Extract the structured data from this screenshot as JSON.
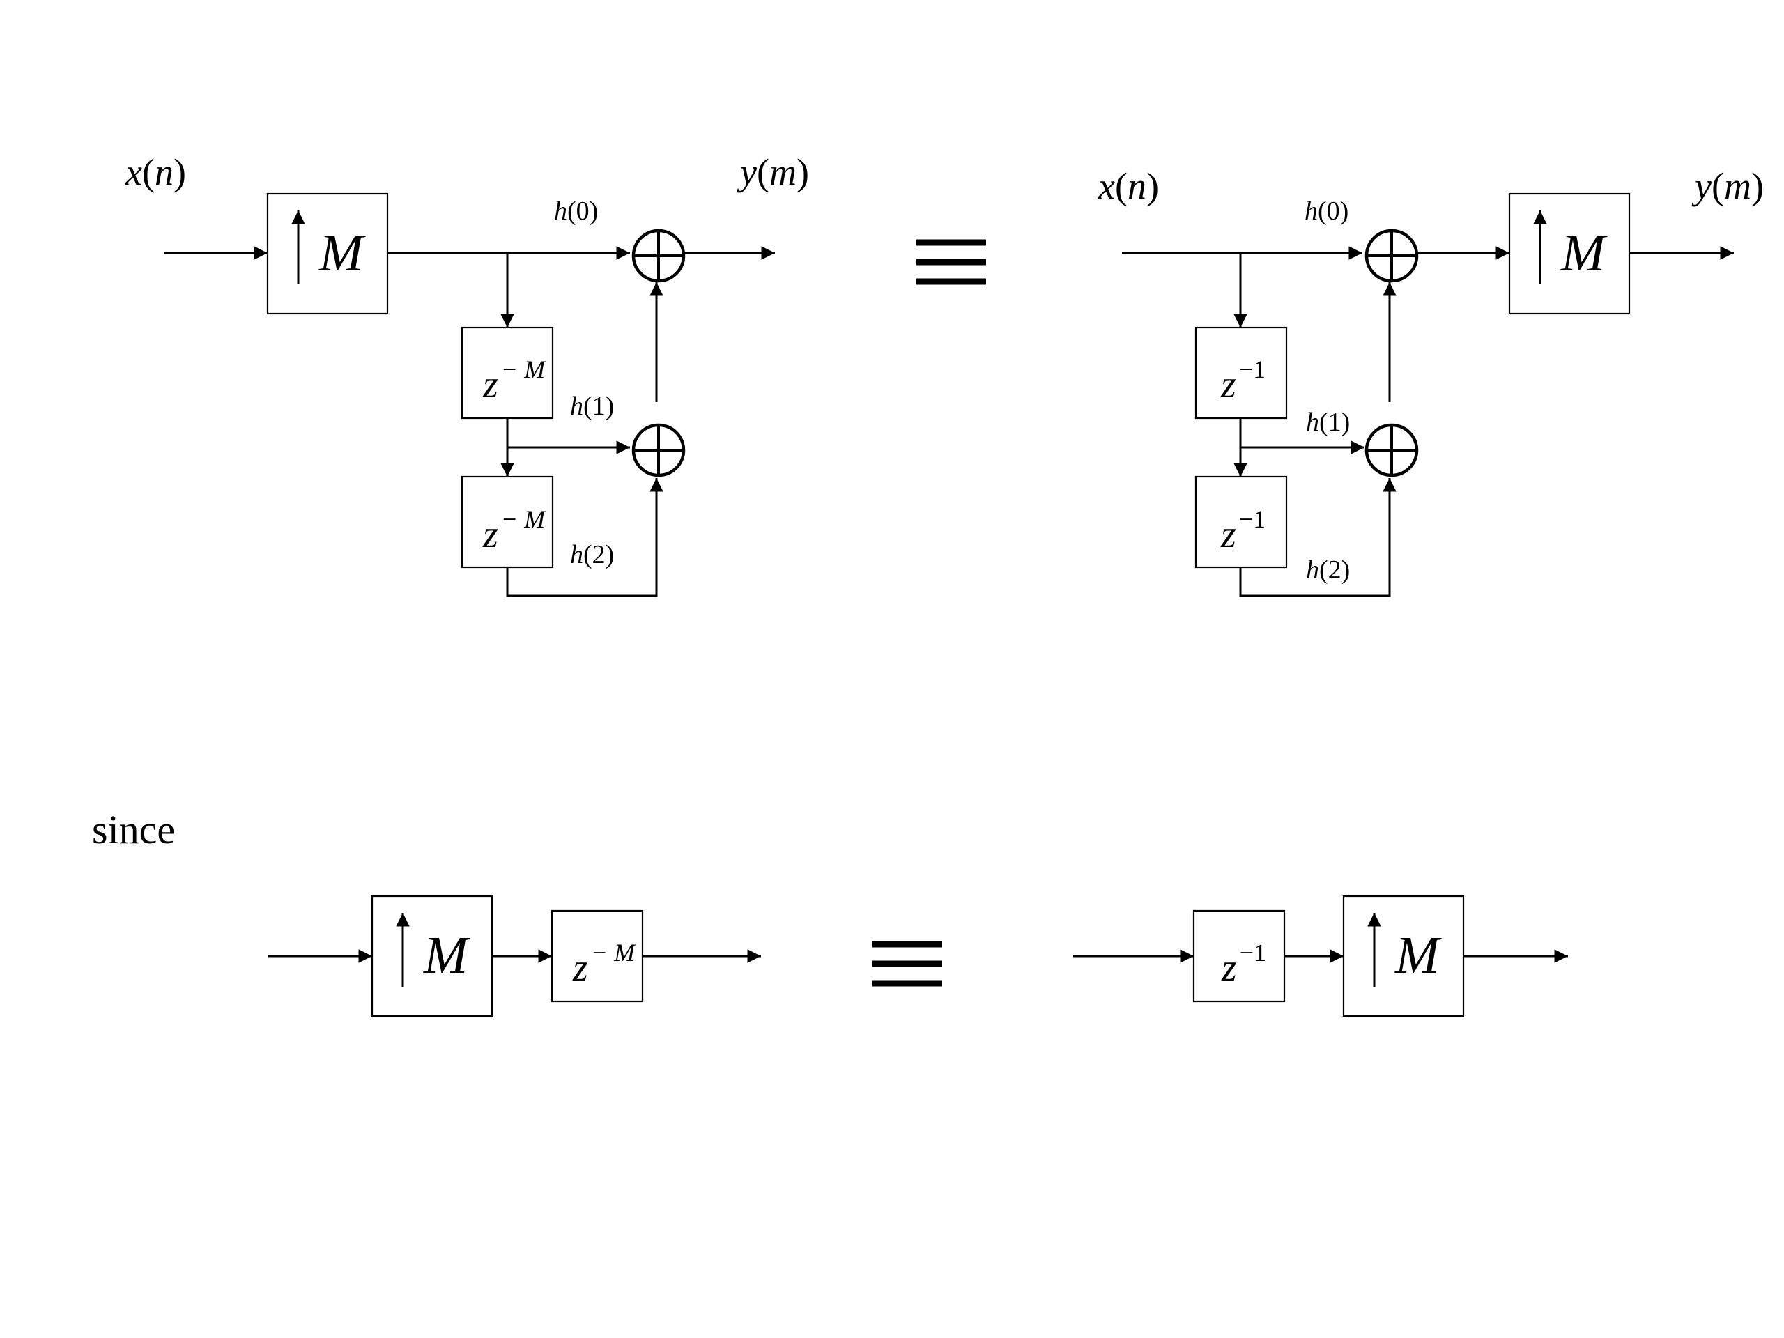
{
  "top_left": {
    "input": {
      "var": "x",
      "open": "(",
      "arg": "n",
      "close": ")"
    },
    "output": {
      "var": "y",
      "open": "(",
      "arg": "m",
      "close": ")"
    },
    "upsampler": "M",
    "delay1": {
      "base": "z",
      "sup": "− M"
    },
    "delay2": {
      "base": "z",
      "sup": "− M"
    },
    "h0": {
      "var": "h",
      "idx": "(0)"
    },
    "h1": {
      "var": "h",
      "idx": "(1)"
    },
    "h2": {
      "var": "h",
      "idx": "(2)"
    }
  },
  "top_right": {
    "input": {
      "var": "x",
      "open": "(",
      "arg": "n",
      "close": ")"
    },
    "output": {
      "var": "y",
      "open": "(",
      "arg": "m",
      "close": ")"
    },
    "upsampler": "M",
    "delay1": {
      "base": "z",
      "sup": "−1"
    },
    "delay2": {
      "base": "z",
      "sup": "−1"
    },
    "h0": {
      "var": "h",
      "idx": "(0)"
    },
    "h1": {
      "var": "h",
      "idx": "(1)"
    },
    "h2": {
      "var": "h",
      "idx": "(2)"
    }
  },
  "since_label": "since",
  "bottom_left": {
    "upsampler": "M",
    "delay": {
      "base": "z",
      "sup": "− M"
    }
  },
  "bottom_right": {
    "delay": {
      "base": "z",
      "sup": "−1"
    },
    "upsampler": "M"
  }
}
